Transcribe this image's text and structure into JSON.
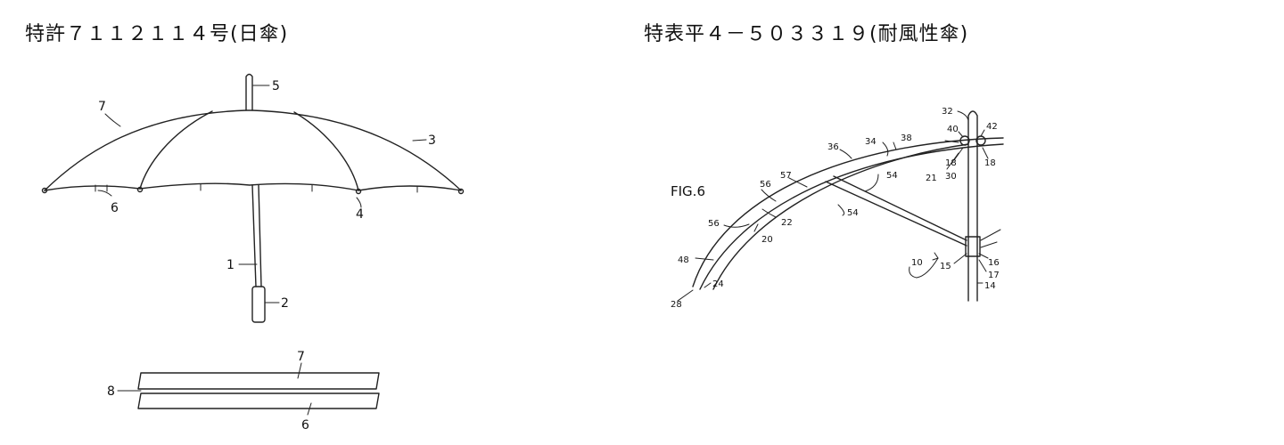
{
  "left_panel": {
    "title": "特許７１１２１１４号(日傘)",
    "umbrella_labels": {
      "shaft": "1",
      "handle": "2",
      "canopy_edge": "3",
      "rib_tip": "4",
      "top_tip": "5",
      "tie": "6",
      "canopy": "7"
    },
    "cross_section_labels": {
      "upper_layer": "7",
      "middle_layer": "8",
      "lower_layer": "6"
    }
  },
  "right_panel": {
    "title": "特表平４－５０３３１９(耐風性傘)",
    "figure_label": "FIG.6",
    "labels": {
      "l10": "10",
      "l14": "14",
      "l15": "15",
      "l16": "16",
      "l17": "17",
      "l18a": "18",
      "l18b": "18",
      "l20": "20",
      "l21": "21",
      "l22": "22",
      "l24": "24",
      "l28": "28",
      "l30": "30",
      "l32": "32",
      "l34": "34",
      "l36": "36",
      "l38": "38",
      "l40": "40",
      "l42": "42",
      "l48": "48",
      "l54a": "54",
      "l54b": "54",
      "l56a": "56",
      "l56b": "56",
      "l57": "57"
    }
  }
}
